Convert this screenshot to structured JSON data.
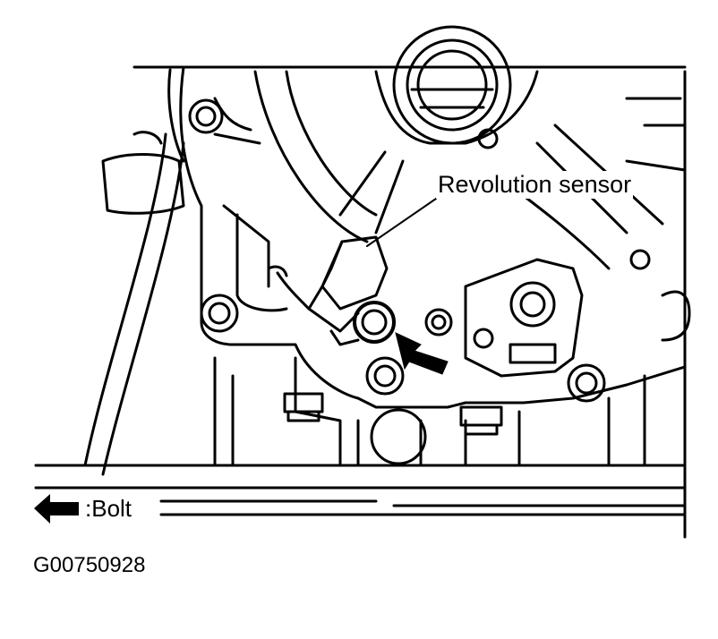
{
  "figure": {
    "callouts": {
      "sensor": "Revolution sensor",
      "bolt_legend": ":Bolt"
    },
    "figure_code": "G00750928"
  }
}
